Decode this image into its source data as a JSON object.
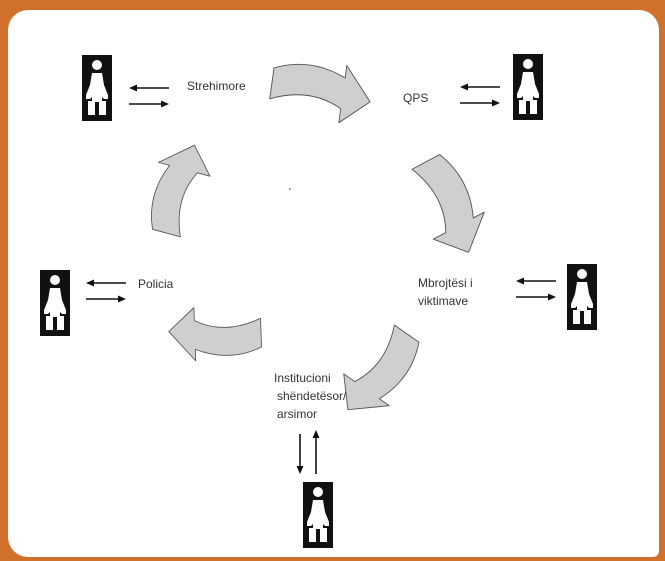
{
  "colors": {
    "background_border": "#d0702b",
    "panel": "#ffffff",
    "cycle_arrow_fill": "#cfcfcf",
    "cycle_arrow_stroke": "#555555",
    "figure_box": "#111111",
    "figure": "#ffffff",
    "text": "#333333"
  },
  "nodes": {
    "strehimore": "Strehimore",
    "qps": "QPS",
    "mbrojtesi_line1": "Mbrojtësi i",
    "mbrojtesi_line2": "viktimave",
    "institucioni_line1": "Institucioni",
    "institucioni_line2": "shëndetësor/",
    "institucioni_line3": "arsimor",
    "policia": "Policia"
  },
  "icons": {
    "person": "woman-figure-icon",
    "exchange": "double-arrow-icon",
    "cycle": "curved-block-arrow-icon"
  }
}
